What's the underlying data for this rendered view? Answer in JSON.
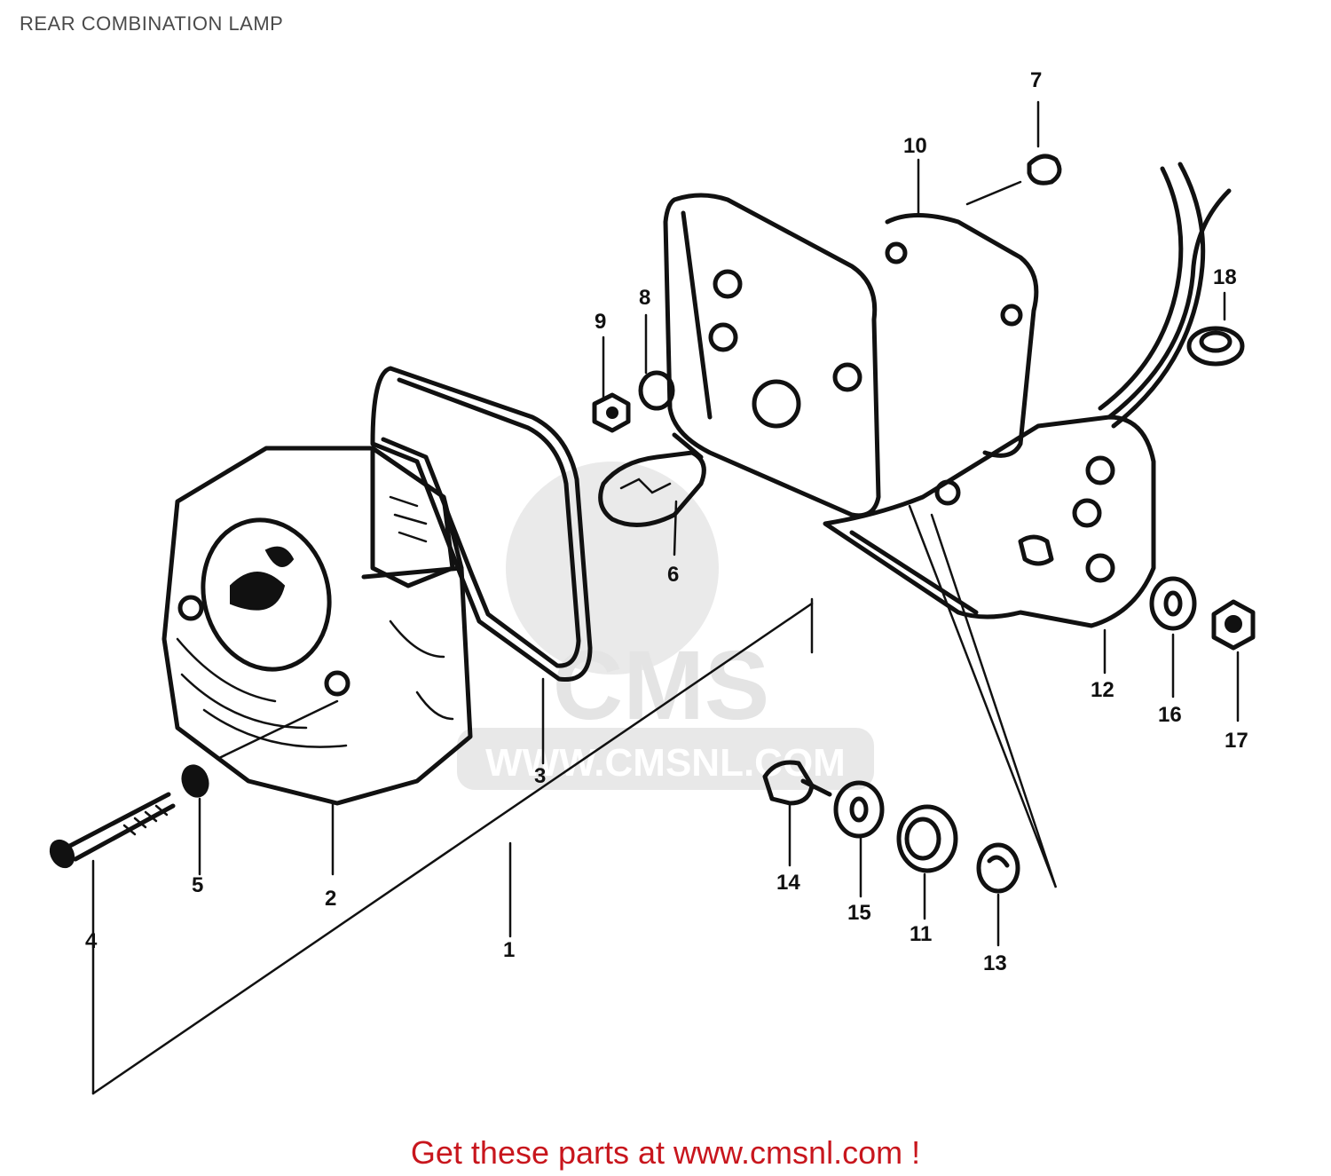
{
  "header": {
    "title": "REAR COMBINATION LAMP"
  },
  "watermark": {
    "logo_text": "CMS",
    "url_text": "WWW.CMSNL.COM"
  },
  "diagram": {
    "callouts": [
      {
        "id": "1",
        "label": "1"
      },
      {
        "id": "2",
        "label": "2"
      },
      {
        "id": "3",
        "label": "3"
      },
      {
        "id": "4",
        "label": "4"
      },
      {
        "id": "5",
        "label": "5"
      },
      {
        "id": "6",
        "label": "6"
      },
      {
        "id": "7",
        "label": "7"
      },
      {
        "id": "8",
        "label": "8"
      },
      {
        "id": "9",
        "label": "9"
      },
      {
        "id": "10",
        "label": "10"
      },
      {
        "id": "11",
        "label": "11"
      },
      {
        "id": "12",
        "label": "12"
      },
      {
        "id": "13",
        "label": "13"
      },
      {
        "id": "14",
        "label": "14"
      },
      {
        "id": "15",
        "label": "15"
      },
      {
        "id": "16",
        "label": "16"
      },
      {
        "id": "17",
        "label": "17"
      },
      {
        "id": "18",
        "label": "18"
      }
    ]
  },
  "footer": {
    "text": "Get these parts at www.cmsnl.com !"
  },
  "colors": {
    "footer_text": "#c8161d",
    "title_text": "#4a4a4a",
    "ink": "#111111",
    "watermark": "#d9d9d9"
  }
}
